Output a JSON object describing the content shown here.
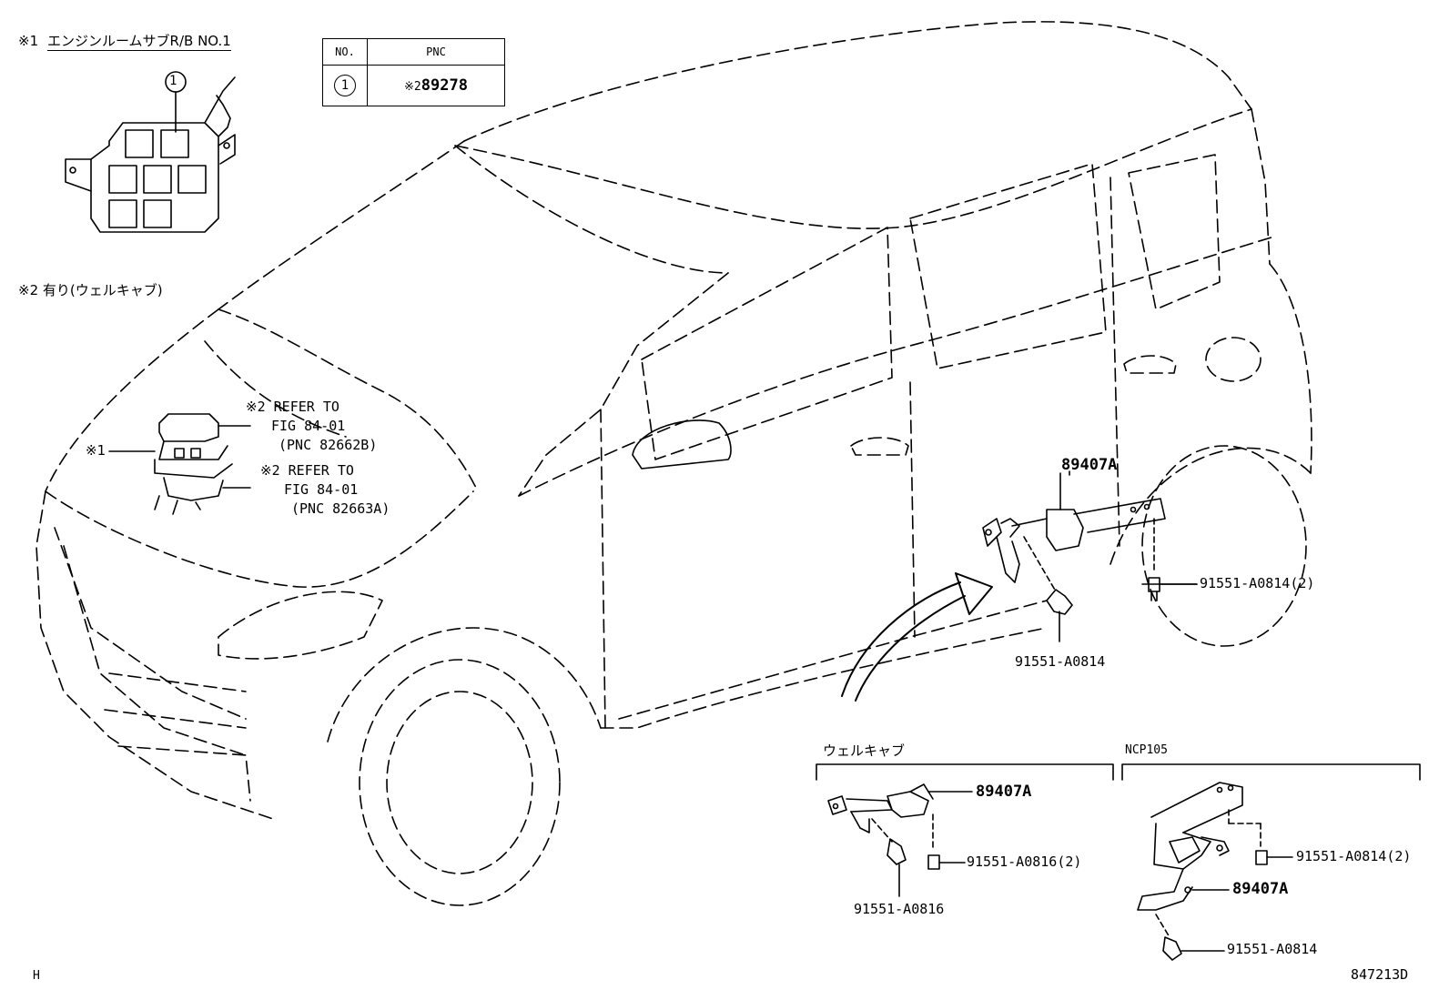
{
  "notes": {
    "note1_mark": "※1",
    "note1_text": "エンジンルームサブR/B NO.1",
    "note2": "※2 有り(ウェルキャブ)"
  },
  "table": {
    "headers": [
      "NO.",
      "PNC"
    ],
    "rows": [
      {
        "no": "1",
        "note": "※2",
        "pnc": "89278"
      }
    ]
  },
  "relay_box": {
    "callout": "1"
  },
  "callouts": {
    "star1": "※1",
    "refer1": [
      "※2 REFER TO",
      "FIG 84-01",
      "(PNC 82662B)"
    ],
    "refer2": [
      "※2 REFER TO",
      "FIG 84-01",
      "(PNC 82663A)"
    ],
    "main_sensor": "89407A",
    "main_bolt_right": "91551-A0814(2)",
    "main_bolt_bottom": "91551-A0814"
  },
  "detail_welcab": {
    "title": "ウェルキャブ",
    "sensor": "89407A",
    "bolt_right": "91551-A0816(2)",
    "bolt_bottom": "91551-A0816"
  },
  "detail_ncp": {
    "title": "NCP105",
    "bolt_right": "91551-A0814(2)",
    "sensor": "89407A",
    "bolt_bottom": "91551-A0814"
  },
  "footer": {
    "left": "H",
    "right": "847213D"
  }
}
